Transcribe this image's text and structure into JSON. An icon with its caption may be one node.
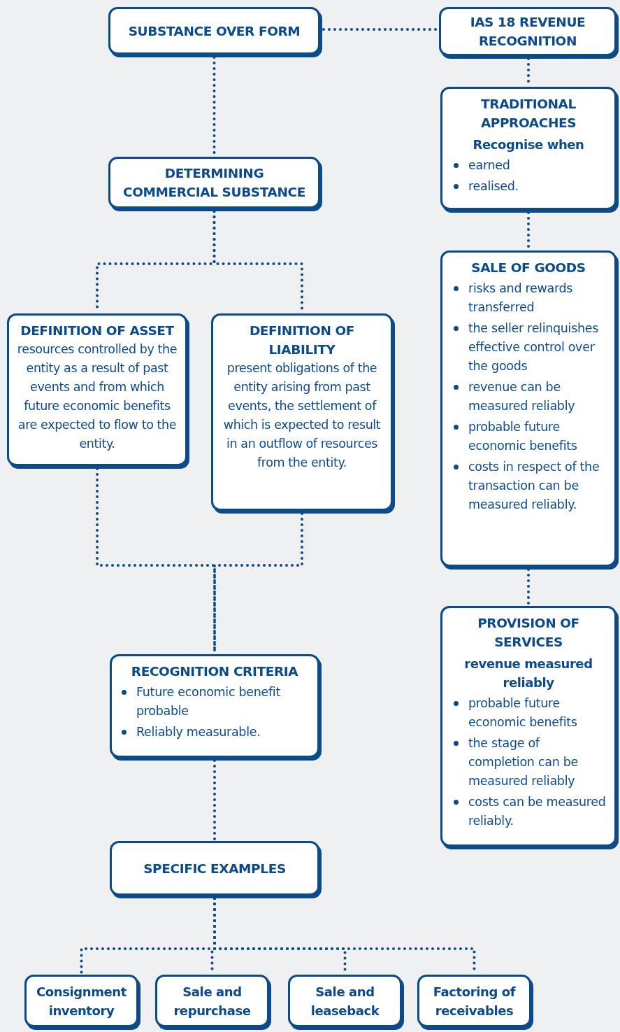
{
  "diagram": {
    "nodes": [
      {
        "text": [
          "SUBSTANCE OVER FORM"
        ]
      },
      {
        "text": [
          "IAS 18 REVENUE RECOGNITION"
        ]
      },
      {
        "text": [
          "TRADITIONAL APPROACHES",
          "Recognise when",
          "earned",
          "realised."
        ]
      },
      {
        "text": [
          "DETERMINING COMMERCIAL SUBSTANCE"
        ]
      },
      {
        "text": [
          "SALE OF GOODS",
          "risks and rewards transferred",
          "the seller relinquishes effective control over the goods",
          "revenue can be measured reliably",
          "probable future economic benefits",
          "costs in respect of the transaction can be measured reliably."
        ]
      },
      {
        "text": [
          "DEFINITION OF ASSET",
          "resources controlled by the entity as a result of past events and from which future economic benefits are expected to flow to the entity."
        ]
      },
      {
        "text": [
          "DEFINITION OF LIABILITY",
          "present obligations of the entity arising from past events, the settlement of which is expected to result in an outflow of resources from the entity."
        ]
      },
      {
        "text": [
          "PROVISION OF SERVICES",
          "revenue measured reliably",
          "probable future economic benefits",
          "the stage of completion can be measured reliably",
          "costs can be measured reliably."
        ]
      },
      {
        "text": [
          "RECOGNITION CRITERIA",
          "Future economic benefit probable",
          "Reliably measurable."
        ]
      },
      {
        "text": [
          "SPECIFIC EXAMPLES"
        ]
      },
      {
        "text": [
          "Consignment inventory"
        ]
      },
      {
        "text": [
          "Sale and repurchase"
        ]
      },
      {
        "text": [
          "Sale and leaseback"
        ]
      },
      {
        "text": [
          "Factoring of receivables"
        ]
      }
    ],
    "edges": [
      {
        "from": 0,
        "to": 1,
        "arrow": "none",
        "style": "dashed"
      },
      {
        "from": 0,
        "to": 3,
        "arrow": "none",
        "style": "dashed"
      },
      {
        "from": 1,
        "to": 2,
        "arrow": "none",
        "style": "dashed"
      },
      {
        "from": 2,
        "to": 4,
        "arrow": "none",
        "style": "dashed"
      },
      {
        "from": 4,
        "to": 7,
        "arrow": "none",
        "style": "dashed"
      },
      {
        "from": 3,
        "to": 5,
        "arrow": "none",
        "style": "dashed"
      },
      {
        "from": 3,
        "to": 6,
        "arrow": "none",
        "style": "dashed"
      },
      {
        "from": 5,
        "to": 8,
        "arrow": "none",
        "style": "dashed"
      },
      {
        "from": 6,
        "to": 8,
        "arrow": "none",
        "style": "dashed"
      },
      {
        "from": 8,
        "to": 9,
        "arrow": "none",
        "style": "dashed"
      },
      {
        "from": 9,
        "to": 10,
        "arrow": "none",
        "style": "dashed"
      },
      {
        "from": 9,
        "to": 11,
        "arrow": "none",
        "style": "dashed"
      },
      {
        "from": 9,
        "to": 12,
        "arrow": "none",
        "style": "dashed"
      },
      {
        "from": 9,
        "to": 13,
        "arrow": "none",
        "style": "dashed"
      }
    ]
  }
}
